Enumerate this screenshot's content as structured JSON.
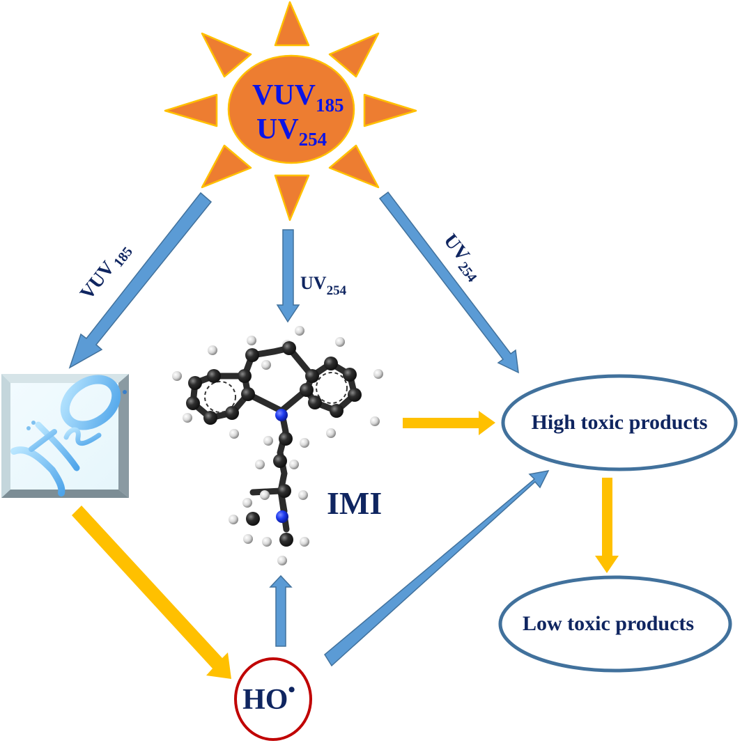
{
  "colors": {
    "sun_fill": "#ED7D31",
    "sun_stroke": "#FFC000",
    "blue_arrow": "#5B9BD5",
    "blue_arrow_edge": "#41719C",
    "yellow_arrow": "#FFC000",
    "ellipse_stroke": "#41719C",
    "radical_stroke": "#C00000",
    "label_navy": "#0F2560",
    "sun_text": "#0A14E6"
  },
  "sun": {
    "line1_main": "VUV",
    "line1_sub": "185",
    "line2_main": "UV",
    "line2_sub": "254"
  },
  "arrows": {
    "left": {
      "main": "VUV",
      "sub": "185"
    },
    "center": {
      "main": "UV",
      "sub": "254"
    },
    "right": {
      "main": "UV",
      "sub": "254"
    }
  },
  "nodes": {
    "water": {
      "main": "H",
      "sub": "2",
      "tail": "O"
    },
    "molecule": {
      "label": "IMI"
    },
    "radical": {
      "label": "HO",
      "superscript": "•"
    },
    "high_toxic": {
      "label": "High toxic products"
    },
    "low_toxic": {
      "label": "Low toxic products"
    }
  }
}
